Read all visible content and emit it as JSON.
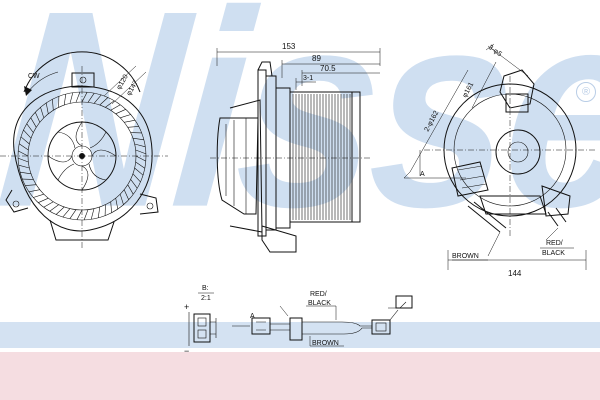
{
  "watermark": {
    "brand": "Nissens",
    "registered_mark": "®"
  },
  "front_view": {
    "rotation_label": "CW",
    "diameter_1": "φ120",
    "diameter_2": "φ147"
  },
  "side_view": {
    "overall_length": "153",
    "dim_89": "89",
    "dim_70_5": "70.5",
    "dim_3_1": "3-1"
  },
  "rear_view": {
    "holes_label": "3-φ5",
    "diameter_161": "φ161",
    "diameter_162": "2-φ162",
    "view_a_label": "A",
    "wire_brown_label": "BROWN",
    "wire_red_black_label_1": "RED/",
    "wire_red_black_label_2": "BLACK",
    "width_144": "144"
  },
  "wiring": {
    "view_label": "B:",
    "view_scale": "2:1",
    "plus_sign": "+",
    "minus_sign": "−",
    "connector_a_label": "A",
    "red_black_label_1": "RED/",
    "red_black_label_2": "BLACK",
    "brown_label": "BROWN"
  }
}
